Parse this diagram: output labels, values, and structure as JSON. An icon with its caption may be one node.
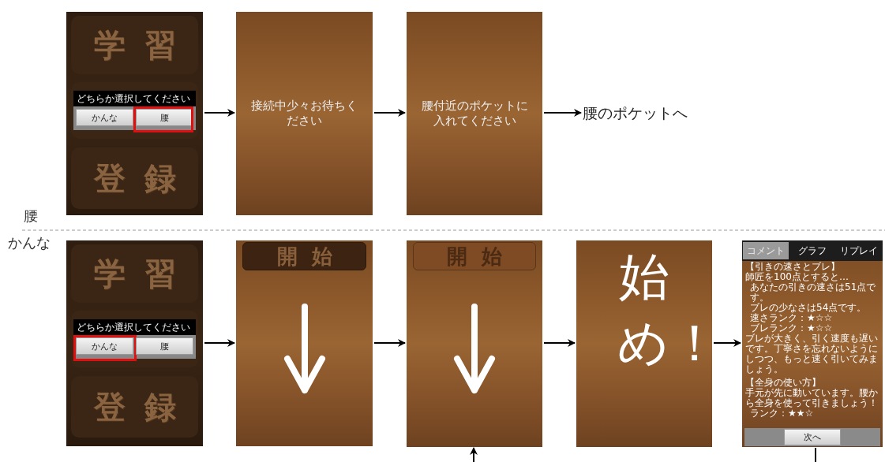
{
  "diagram": {
    "nodes": [
      {
        "text": [
          "学習",
          "どちらか選択してください",
          "かんな",
          "腰",
          "登録"
        ]
      },
      {
        "text": [
          "接続中少々お待ちください"
        ]
      },
      {
        "text": [
          "腰付近のポケットに入れてください"
        ]
      },
      {
        "text": [
          "腰のポケットへ"
        ]
      },
      {
        "text": [
          "学習",
          "どちらか選択してください",
          "かんな",
          "腰",
          "登録"
        ]
      },
      {
        "text": [
          "開始"
        ]
      },
      {
        "text": [
          "開始"
        ]
      },
      {
        "text": [
          "始め！"
        ]
      },
      {
        "text": [
          "コメント",
          "グラフ",
          "リプレイ",
          "【引きの速さとブレ】",
          "師匠を100点とすると…",
          "あなたの引きの速さは51点です。",
          "ブレの少なさは54点です。",
          "速さランク：★☆☆",
          "ブレランク：★☆☆",
          "ブレが大きく、引く速度も遅いです。丁寧さを忘れないようにしつつ、もっと速く引いてみましょう。",
          "【全身の使い方】",
          "手元が先に動いています。腰から全身を使って引きましょう！",
          "ランク：★★☆",
          "次へ"
        ]
      }
    ],
    "edges": [
      {
        "from": 0,
        "to": 1,
        "arrow": "to"
      },
      {
        "from": 1,
        "to": 2,
        "arrow": "to"
      },
      {
        "from": 2,
        "to": 3,
        "arrow": "to"
      },
      {
        "from": 4,
        "to": 5,
        "arrow": "to"
      },
      {
        "from": 5,
        "to": 6,
        "arrow": "to"
      },
      {
        "from": 6,
        "to": 7,
        "arrow": "to"
      },
      {
        "from": 7,
        "to": 8,
        "arrow": "to"
      },
      {
        "from": null,
        "to": 6,
        "arrow": "to"
      },
      {
        "from": 8,
        "to": null,
        "arrow": "none"
      }
    ],
    "labels": [
      "腰",
      "かんな"
    ]
  }
}
